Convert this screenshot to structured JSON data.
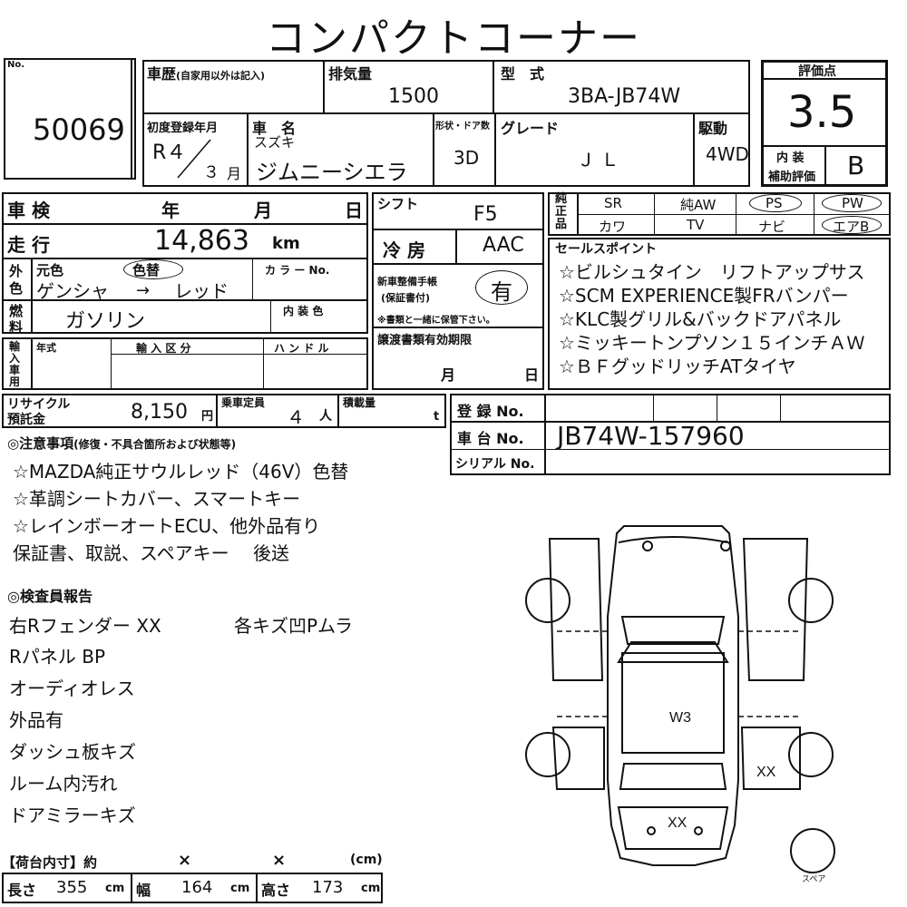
{
  "title": "コンパクトコーナー",
  "lot": {
    "no_label": "No.",
    "number": "50069"
  },
  "history": {
    "label": "車歴",
    "sub": "(自家用以外は記入)"
  },
  "displacement": {
    "label": "排気量",
    "value": "1500"
  },
  "model": {
    "label": "型　式",
    "value": "3BA-JB74W"
  },
  "score": {
    "label": "評価点",
    "value": "3.5",
    "interior_label_1": "内 装",
    "interior_label_2": "補助評価",
    "interior_value": "B"
  },
  "first_reg": {
    "label": "初度登録年月",
    "era_year": "R４",
    "month": "３",
    "month_unit": "月"
  },
  "car_name": {
    "label": "車　名",
    "maker": "スズキ",
    "name": "ジムニーシエラ"
  },
  "body": {
    "label": "形状・ドア数",
    "value": "3D"
  },
  "grade": {
    "label": "グレード",
    "value": "Ｊ Ｌ"
  },
  "drive": {
    "label": "駆動",
    "value": "4WD"
  },
  "inspection": {
    "label": "車 検",
    "year": "年",
    "month": "月",
    "day": "日"
  },
  "mileage": {
    "label": "走 行",
    "value": "14,863",
    "unit": "km"
  },
  "color": {
    "label_1": "外",
    "label_2": "色",
    "orig_label": "元色",
    "repaint": "色替",
    "color_no_label": "カ ラ ー No.",
    "from": "ゲンシャ",
    "arrow": "→",
    "to": "レッド"
  },
  "fuel": {
    "label_1": "燃",
    "label_2": "料",
    "value": "ガソリン",
    "interior_color_label": "内 装 色"
  },
  "import": {
    "label": "輸入車用",
    "year_label": "年式",
    "type_label": "輸 入 区 分",
    "handle_label": "ハ ン ド ル"
  },
  "shift": {
    "label": "シフト",
    "value": "F5"
  },
  "aircon": {
    "label": "冷 房",
    "value": "AAC"
  },
  "warranty": {
    "label_1": "新車整備手帳",
    "label_2": "(保証書付)",
    "value": "有",
    "note": "※書類と一緒に保管下さい。"
  },
  "transfer": {
    "label": "譲渡書類有効期限",
    "month": "月",
    "day": "日"
  },
  "equipment": {
    "label": "純正品",
    "row1": [
      "SR",
      "純AW",
      "PS",
      "PW"
    ],
    "row2": [
      "カワ",
      "TV",
      "ナビ",
      "エアB"
    ]
  },
  "sales_points": {
    "label": "セールスポイント",
    "items": [
      "☆ビルシュタイン　リフトアップサス",
      "☆SCM EXPERIENCE製FRバンパー",
      "☆KLC製グリル&バックドアパネル",
      "☆ミッキートンプソン１５インチＡＷ",
      "☆ＢＦグッドリッチATタイヤ"
    ]
  },
  "recycle": {
    "label_1": "リサイクル",
    "label_2": "預託金",
    "value": "8,150",
    "unit": "円"
  },
  "capacity": {
    "label": "乗車定員",
    "value": "４",
    "unit": "人"
  },
  "load": {
    "label": "積載量",
    "unit": "t"
  },
  "registration": {
    "label": "登 録 No."
  },
  "chassis": {
    "label": "車 台 No.",
    "value": "JB74W-157960"
  },
  "serial": {
    "label": "シリアル No."
  },
  "notes": {
    "label": "◎注意事項",
    "sub": "(修復・不具合箇所および状態等)",
    "items": [
      "☆MAZDA純正サウルレッド（46V）色替",
      "☆革調シートカバー、スマートキー",
      "☆レインボーオートECU、他外品有り",
      "保証書、取説、スペアキー　 後送"
    ]
  },
  "inspector": {
    "label": "◎検査員報告",
    "items": [
      "右Rフェンダー XX",
      "Rパネル BP",
      "オーディオレス",
      "外品有",
      "ダッシュ板キズ",
      "ルーム内汚れ",
      "ドアミラーキズ"
    ],
    "right_note": "各キズ凹Pムラ"
  },
  "cargo": {
    "label": "【荷台内寸】約",
    "x1": "×",
    "x2": "×",
    "unit": "(cm)",
    "length_label": "長さ",
    "length": "355",
    "width_label": "幅",
    "width": "164",
    "height_label": "高さ",
    "height": "173",
    "cm": "cm"
  },
  "diagram": {
    "mark_roof": "W3",
    "mark_right_rear": "XX",
    "mark_rear": "XX",
    "spare_label": "スペア"
  }
}
